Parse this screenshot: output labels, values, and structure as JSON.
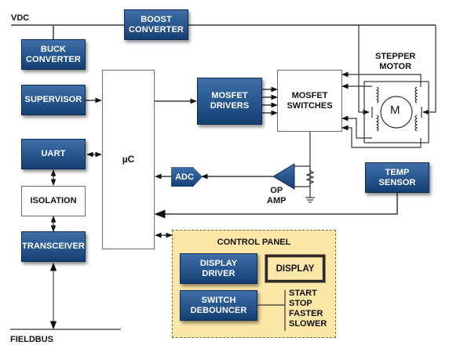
{
  "diagram": {
    "title": "Stepper motor controller block diagram",
    "rails": {
      "vdc": "VDC",
      "fieldbus": "FIELDBUS"
    },
    "blocks": {
      "boost_converter": "BOOST\nCONVERTER",
      "buck_converter": "BUCK\nCONVERTER",
      "supervisor": "SUPERVISOR",
      "uart": "UART",
      "isolation": "ISOLATION",
      "transceiver": "TRANSCEIVER",
      "microcontroller": "µC",
      "mosfet_drivers": "MOSFET\nDRIVERS",
      "mosfet_switches": "MOSFET\nSWITCHES",
      "stepper_motor_label": "STEPPER\nMOTOR",
      "motor_symbol": "M",
      "adc": "ADC",
      "op_amp": "OP\nAMP",
      "temp_sensor": "TEMP\nSENSOR"
    },
    "control_panel": {
      "title": "CONTROL PANEL",
      "display_driver": "DISPLAY\nDRIVER",
      "display": "DISPLAY",
      "switch_debouncer": "SWITCH\nDEBOUNCER",
      "switches": [
        "START",
        "STOP",
        "FASTER",
        "SLOWER"
      ]
    },
    "colors": {
      "block_blue": "#2a5a92",
      "panel_yellow": "#fbe7a8",
      "wire": "#6a6a6a"
    }
  }
}
